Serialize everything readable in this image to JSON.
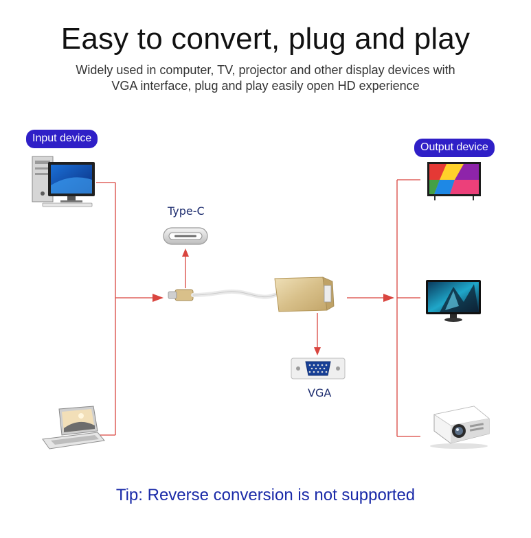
{
  "header": {
    "title": "Easy to convert, plug and play",
    "subtitle_line1": "Widely used in computer, TV, projector and other display devices with",
    "subtitle_line2": "VGA interface, plug and play easily open HD experience"
  },
  "labels": {
    "input_device": "Input device",
    "output_device": "Output device",
    "type_c": "Type-C",
    "vga": "VGA"
  },
  "footer": {
    "tip": "Tip: Reverse conversion is not supported"
  },
  "colors": {
    "badge": "#2f1fc7",
    "connector_line": "#d9453f",
    "adapter_gold": "#d8c08a",
    "tip_text": "#1a2aa8"
  },
  "icons": {
    "input_devices": [
      "desktop-computer-icon",
      "laptop-icon"
    ],
    "output_devices": [
      "tv-icon",
      "monitor-icon",
      "projector-icon"
    ],
    "connectors": [
      "type-c-port-icon",
      "vga-port-icon",
      "usb-c-to-vga-adapter-icon"
    ]
  }
}
